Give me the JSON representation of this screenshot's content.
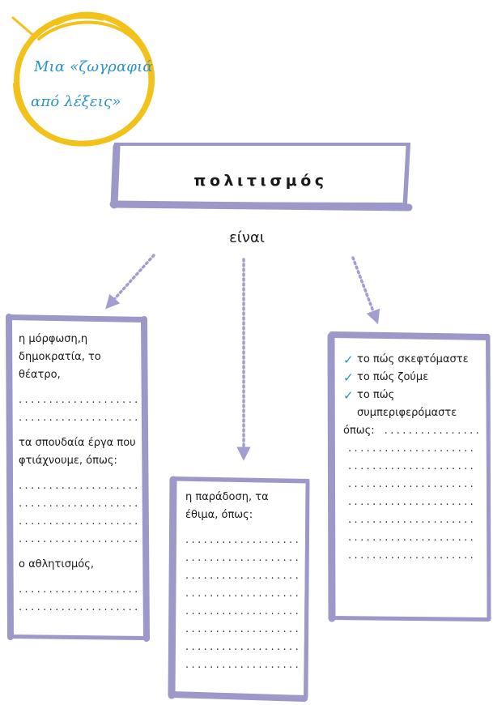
{
  "logo": {
    "line1": "Μια «ζωγραφιά",
    "line2": "από λέξεις»",
    "ring_color": "#f3c21a",
    "text_color": "#2a93c9"
  },
  "title": "πολιτισμός",
  "connector": "είναι",
  "colors": {
    "frame": "#9c98c9",
    "arrow": "#a39ed0",
    "check": "#2a93c9"
  },
  "left_box": {
    "item1": "η μόρφωση,η δημοκρατία, το θέατρο,",
    "item2": "τα σπουδαία έργα που φτιάχνουμε, όπως:",
    "item3": "ο αθλητισμός,",
    "dots": "..............................."
  },
  "middle_box": {
    "item1": "η παράδοση, τα έθιμα, όπως:",
    "dots": "..............................."
  },
  "right_box": {
    "check1": "το πώς σκεφτόμαστε",
    "check2": "το πώς ζούμε",
    "check3_line1": "το πώς",
    "check3_line2": "συμπεριφερόμαστε",
    "opos": "όπως:",
    "check_icon": "✓",
    "dots": "..............................."
  }
}
